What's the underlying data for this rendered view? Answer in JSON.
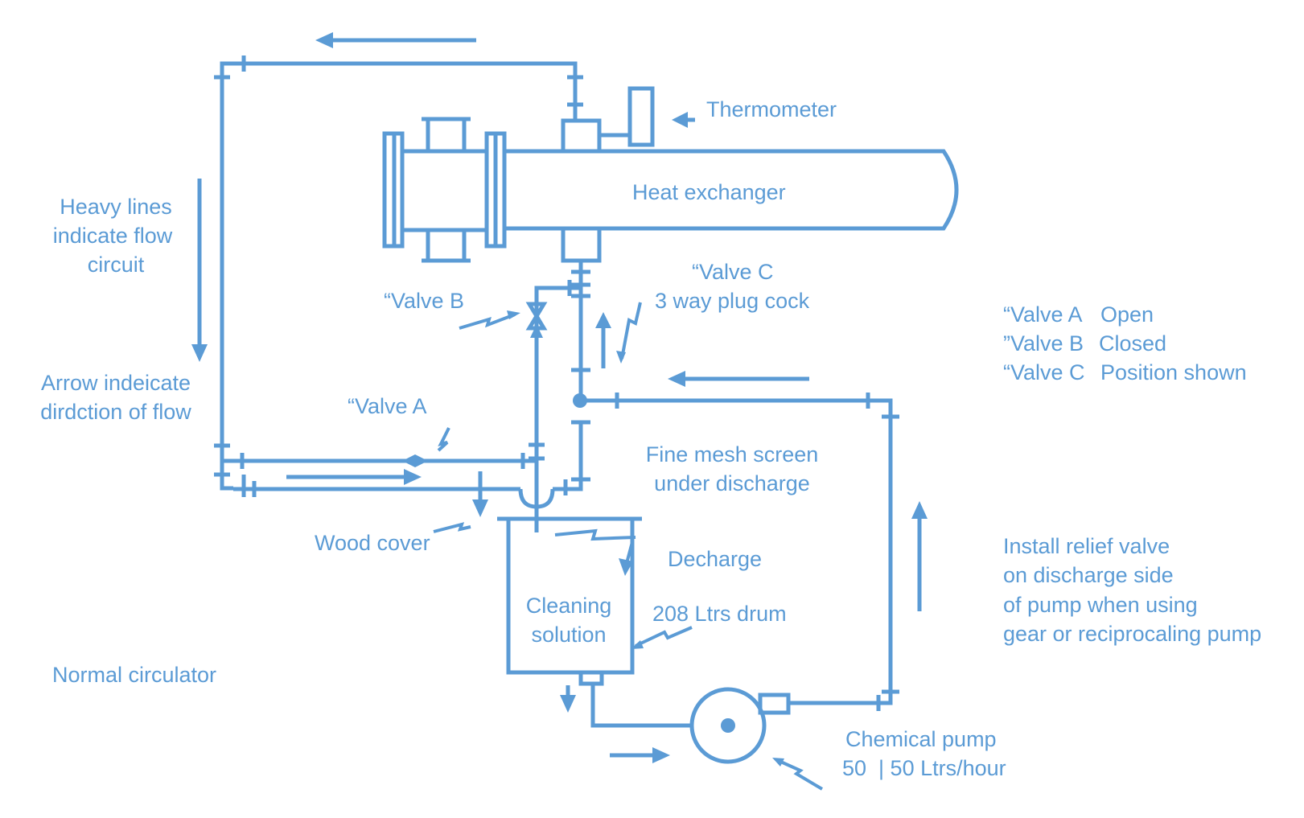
{
  "colors": {
    "line": "#5b9bd5",
    "background": "#ffffff"
  },
  "labels": {
    "thermometer": "Thermometer",
    "heat_exchanger": "Heat exchanger",
    "heavy_lines": [
      "Heavy lines",
      "indicate flow",
      "circuit"
    ],
    "arrow_indicate": [
      "Arrow indeicate",
      "dirdction of flow"
    ],
    "valve_b": "“Valve B",
    "valve_c": [
      "“Valve C",
      "3 way plug cock"
    ],
    "valve_a": "“Valve A",
    "valve_status": [
      {
        "name": "“Valve A",
        "state": "Open"
      },
      {
        "name": "”Valve B",
        "state": "Closed"
      },
      {
        "name": "“Valve C",
        "state": "Position shown"
      }
    ],
    "fine_mesh": [
      "Fine mesh screen",
      "under discharge"
    ],
    "wood_cover": "Wood cover",
    "decharge": "Decharge",
    "cleaning_solution": [
      "Cleaning",
      "solution"
    ],
    "drum": "208 Ltrs drum",
    "relief_valve": [
      "Install relief valve",
      "on discharge side",
      "of pump when using",
      "gear or reciprocaling pump"
    ],
    "normal_circulator": "Normal circulator",
    "chemical_pump": [
      "Chemical pump",
      "50  | 50 Ltrs/hour"
    ]
  }
}
